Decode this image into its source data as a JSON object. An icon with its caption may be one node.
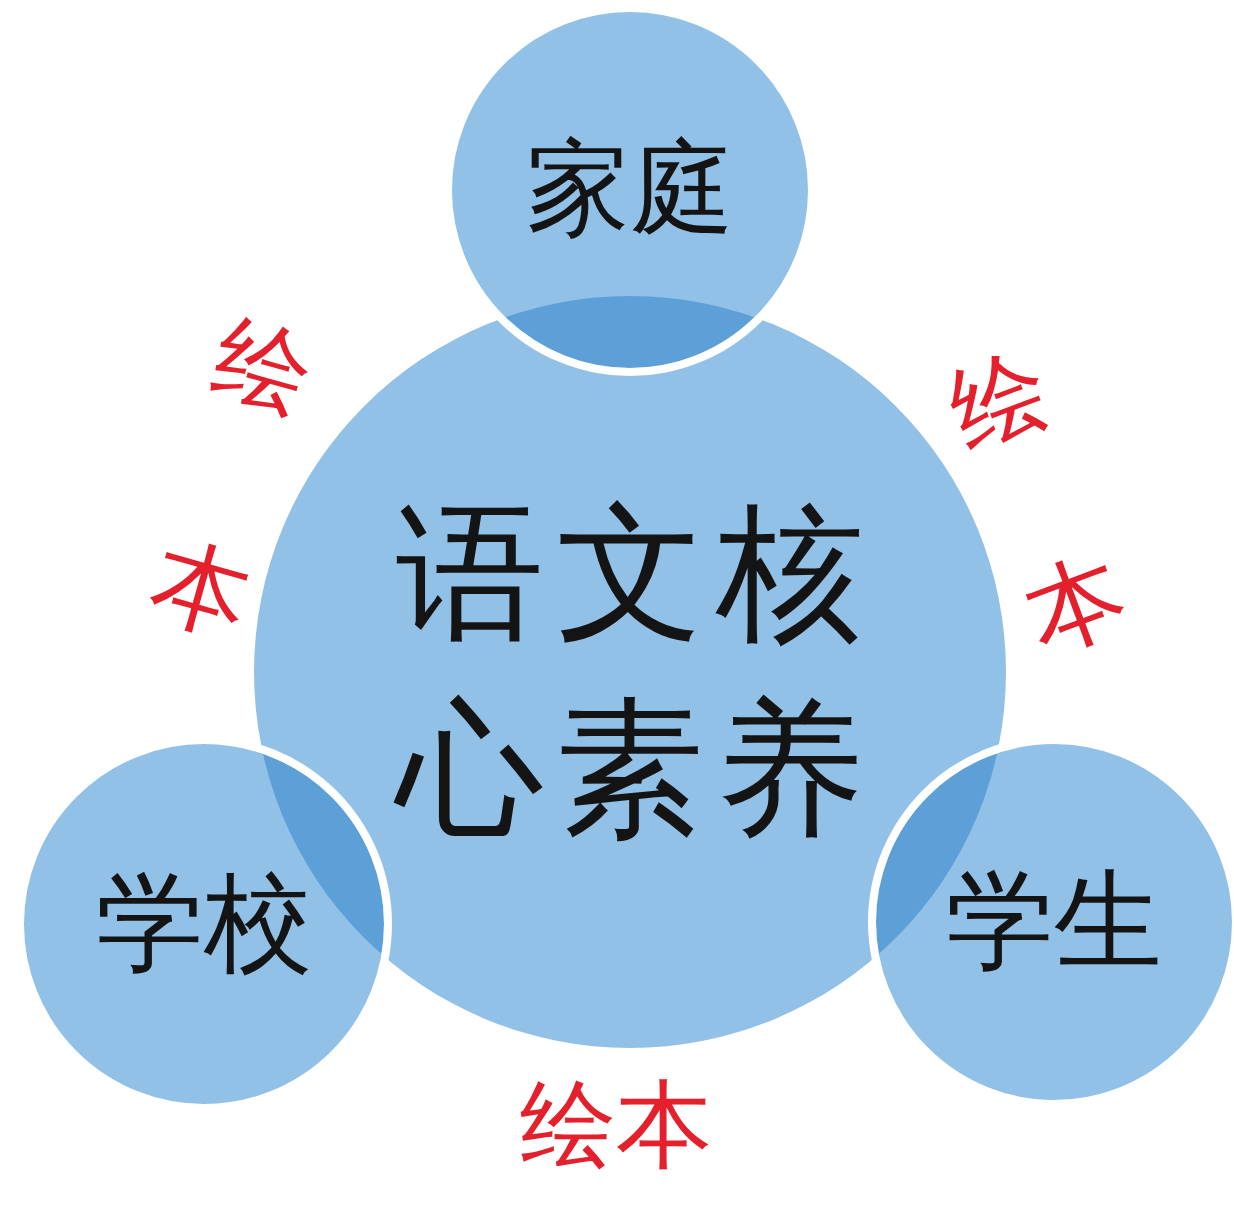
{
  "diagram": {
    "nodes": [
      {
        "text": [
          "家庭"
        ]
      },
      {
        "text": [
          "语文核心素养"
        ]
      },
      {
        "text": [
          "学校"
        ]
      },
      {
        "text": [
          "学生"
        ]
      }
    ],
    "labels": [
      "绘本",
      "绘本",
      "绘本"
    ]
  }
}
